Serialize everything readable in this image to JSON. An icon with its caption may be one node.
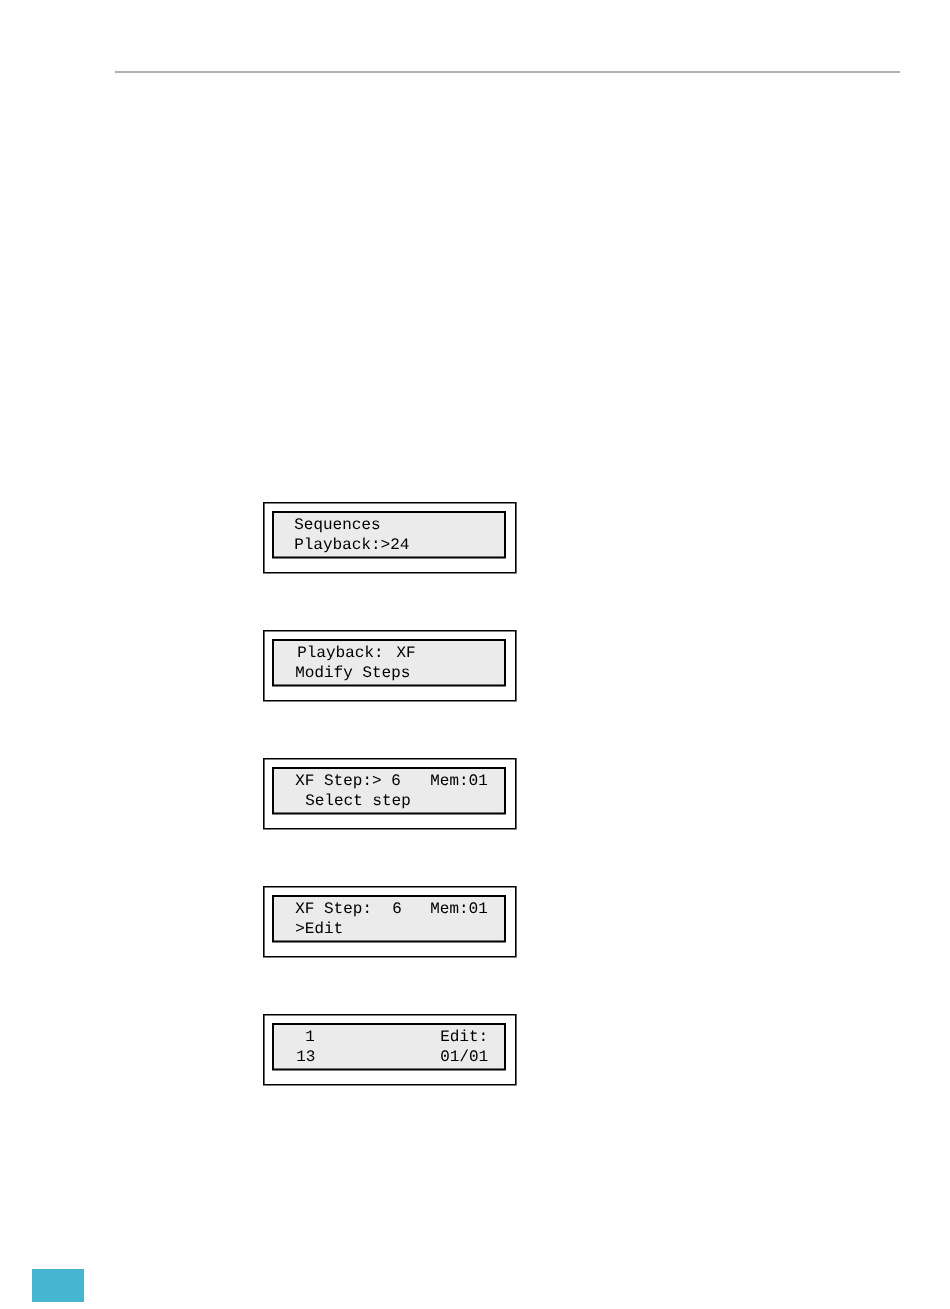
{
  "diagram": {
    "nodes": [
      {
        "text": [
          "Sequences",
          "Playback:>24"
        ]
      },
      {
        "text": [
          "Playback: XF",
          "Modify Steps"
        ]
      },
      {
        "text": [
          "XF Step:> 6",
          "Mem:01",
          "Select step"
        ]
      },
      {
        "text": [
          "XF Step:",
          "6",
          "Mem:01",
          ">Edit"
        ]
      },
      {
        "text": [
          "1",
          "Edit:",
          "13",
          "01/01"
        ]
      }
    ]
  }
}
